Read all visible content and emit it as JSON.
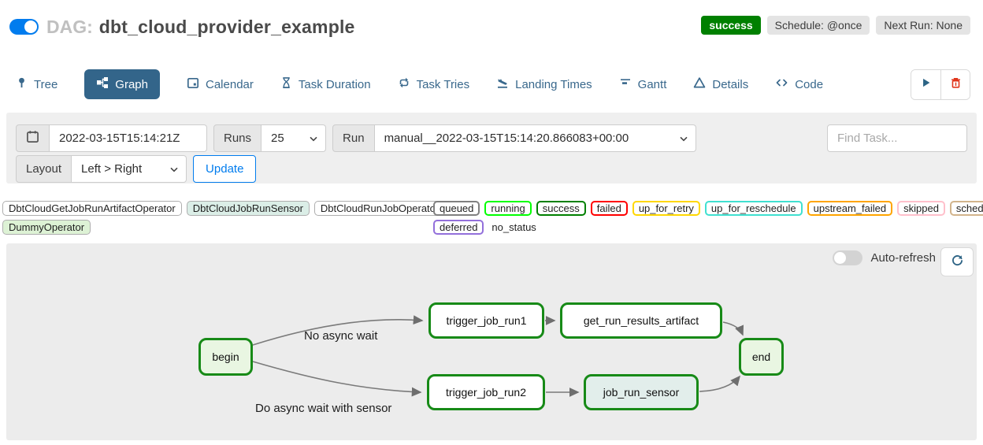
{
  "header": {
    "dag_prefix": "DAG:",
    "dag_name": "dbt_cloud_provider_example",
    "status_badge": "success",
    "schedule_badge": "Schedule: @once",
    "next_run_badge": "Next Run: None"
  },
  "colors": {
    "accent_blue": "#017cee",
    "active_tab": "#33658a",
    "success_green": "#008000",
    "panel_gray": "#ececec",
    "node_border_success": "#178a17"
  },
  "tabs": [
    {
      "label": "Tree",
      "icon": "map-pin-icon",
      "active": false
    },
    {
      "label": "Graph",
      "icon": "sitemap-icon",
      "active": true
    },
    {
      "label": "Calendar",
      "icon": "calendar-icon",
      "active": false
    },
    {
      "label": "Task Duration",
      "icon": "hourglass-icon",
      "active": false
    },
    {
      "label": "Task Tries",
      "icon": "repeat-icon",
      "active": false
    },
    {
      "label": "Landing Times",
      "icon": "plane-landing-icon",
      "active": false
    },
    {
      "label": "Gantt",
      "icon": "gantt-bars-icon",
      "active": false
    },
    {
      "label": "Details",
      "icon": "warning-triangle-icon",
      "active": false
    },
    {
      "label": "Code",
      "icon": "angle-brackets-icon",
      "active": false
    }
  ],
  "actions": {
    "play": "play-icon",
    "delete": "trash-icon",
    "refresh": "refresh-icon"
  },
  "filters": {
    "date_value": "2022-03-15T15:14:21Z",
    "runs_label": "Runs",
    "runs_value": "25",
    "run_label": "Run",
    "run_value": "manual__2022-03-15T15:14:20.866083+00:00",
    "find_task_placeholder": "Find Task...",
    "layout_label": "Layout",
    "layout_value": "Left > Right",
    "update_label": "Update"
  },
  "legend": {
    "operators": [
      {
        "label": "DbtCloudGetJobRunArtifactOperator",
        "color": "#ffffff"
      },
      {
        "label": "DbtCloudJobRunSensor",
        "color": "#dbeee7"
      },
      {
        "label": "DbtCloudRunJobOperator",
        "color": "#ffffff"
      },
      {
        "label": "DummyOperator",
        "color": "#ddf2d5"
      }
    ],
    "statuses": [
      {
        "label": "queued",
        "color": "#808080"
      },
      {
        "label": "running",
        "color": "#00ff00"
      },
      {
        "label": "success",
        "color": "#008000"
      },
      {
        "label": "failed",
        "color": "#ff0000"
      },
      {
        "label": "up_for_retry",
        "color": "#ffd700"
      },
      {
        "label": "up_for_reschedule",
        "color": "#40e0d0"
      },
      {
        "label": "upstream_failed",
        "color": "#ffa500"
      },
      {
        "label": "skipped",
        "color": "#ffc0cb"
      },
      {
        "label": "scheduled",
        "color": "#d2b48c"
      },
      {
        "label": "deferred",
        "color": "#9370db"
      }
    ],
    "no_status_label": "no_status"
  },
  "graph": {
    "auto_refresh_label": "Auto-refresh",
    "nodes": [
      {
        "id": "begin",
        "label": "begin",
        "state": "success",
        "operator": "DummyOperator"
      },
      {
        "id": "trigger_job_run1",
        "label": "trigger_job_run1",
        "state": "success",
        "operator": "DbtCloudRunJobOperator"
      },
      {
        "id": "get_run_results_artifact",
        "label": "get_run_results_artifact",
        "state": "success",
        "operator": "DbtCloudGetJobRunArtifactOperator"
      },
      {
        "id": "trigger_job_run2",
        "label": "trigger_job_run2",
        "state": "success",
        "operator": "DbtCloudRunJobOperator"
      },
      {
        "id": "job_run_sensor",
        "label": "job_run_sensor",
        "state": "success",
        "operator": "DbtCloudJobRunSensor"
      },
      {
        "id": "end",
        "label": "end",
        "state": "success",
        "operator": "DummyOperator"
      }
    ],
    "edges": [
      {
        "from": "begin",
        "to": "trigger_job_run1",
        "label": "No async wait"
      },
      {
        "from": "begin",
        "to": "trigger_job_run2",
        "label": "Do async wait with sensor"
      },
      {
        "from": "trigger_job_run1",
        "to": "get_run_results_artifact"
      },
      {
        "from": "get_run_results_artifact",
        "to": "end"
      },
      {
        "from": "trigger_job_run2",
        "to": "job_run_sensor"
      },
      {
        "from": "job_run_sensor",
        "to": "end"
      }
    ],
    "edge_labels": [
      "No async wait",
      "Do async wait with sensor"
    ]
  }
}
